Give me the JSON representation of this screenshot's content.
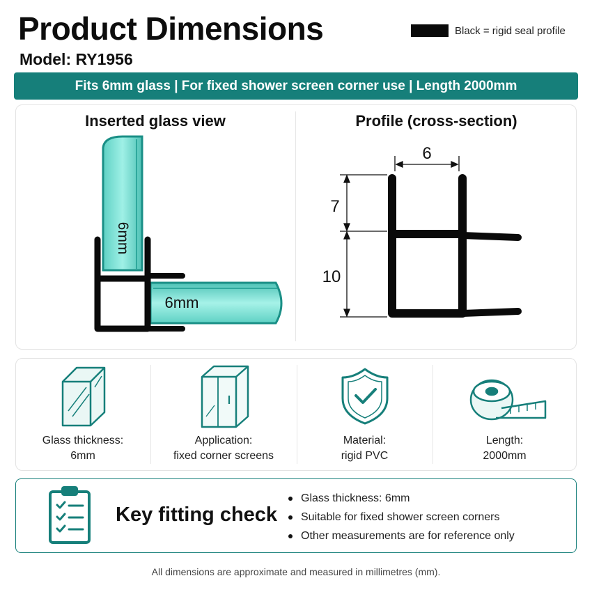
{
  "header": {
    "title": "Product Dimensions",
    "model": "Model: RY1956",
    "legend_text": "Black = rigid seal profile"
  },
  "banner": {
    "text": "Fits 6mm glass  |  For fixed shower screen corner use  |  Length 2000mm"
  },
  "inserted_view": {
    "title": "Inserted glass view",
    "vertical_glass_label": "6mm",
    "horizontal_glass_label": "6mm"
  },
  "profile_view": {
    "title": "Profile (cross-section)",
    "width_label": "6",
    "upper_height_label": "7",
    "lower_height_label": "10"
  },
  "features": [
    {
      "icon": "glass-pane-icon",
      "line1": "Glass thickness:",
      "line2": "6mm"
    },
    {
      "icon": "shower-enclosure-icon",
      "line1": "Application:",
      "line2": "fixed corner screens"
    },
    {
      "icon": "shield-check-icon",
      "line1": "Material:",
      "line2": "rigid PVC"
    },
    {
      "icon": "tape-measure-icon",
      "line1": "Length:",
      "line2": "2000mm"
    }
  ],
  "fitting_check": {
    "title": "Key fitting check",
    "icon": "clipboard-checklist-icon",
    "items": [
      "Glass thickness: 6mm",
      "Suitable for fixed shower screen corners",
      "Other measurements are for reference only"
    ]
  },
  "footnote": "All dimensions are approximate and measured in millimetres (mm).",
  "colors": {
    "accent": "#167f7a",
    "glass": "#7fe3d8",
    "profile": "#0a0a0a"
  }
}
